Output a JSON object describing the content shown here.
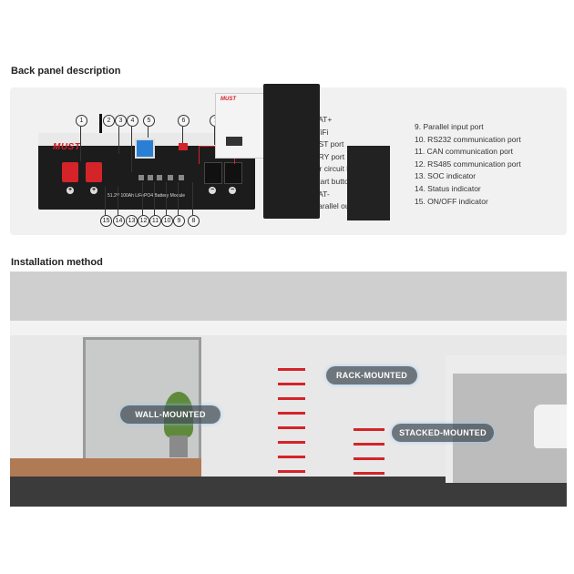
{
  "sections": {
    "back_panel_title": "Back panel description",
    "installation_title": "Installation method"
  },
  "device": {
    "brand": "MUST",
    "module_label": "51.2V 100Ah LiFePO4 Battery Module"
  },
  "callout_numbers": [
    "1",
    "2",
    "3",
    "4",
    "5",
    "6",
    "7",
    "8",
    "9",
    "10",
    "11",
    "12",
    "13",
    "14",
    "15"
  ],
  "legend_left": [
    "1.  BAT+",
    "2.  WiFi",
    "3.  RST port",
    "4.  DRY port",
    "5.  Air circuit breaker",
    "6.  Start buttons",
    "7.  BAT-",
    "8.  Parallel output port"
  ],
  "legend_right": [
    "9.  Parallel input port",
    "10. RS232 communication port",
    "11. CAN communication port",
    "12. RS485 communication port",
    "13. SOC indicator",
    "14. Status indicator",
    "15. ON/OFF indicator"
  ],
  "installation": {
    "wall_mounted": "WALL-MOUNTED",
    "rack_mounted": "RACK-MOUNTED",
    "stacked_mounted": "STACKED-MOUNTED",
    "wall_unit_brand": "MUST"
  },
  "colors": {
    "accent_red": "#d5232a",
    "panel_bg": "#f1f1f1",
    "device_body": "#1c1c1c"
  }
}
